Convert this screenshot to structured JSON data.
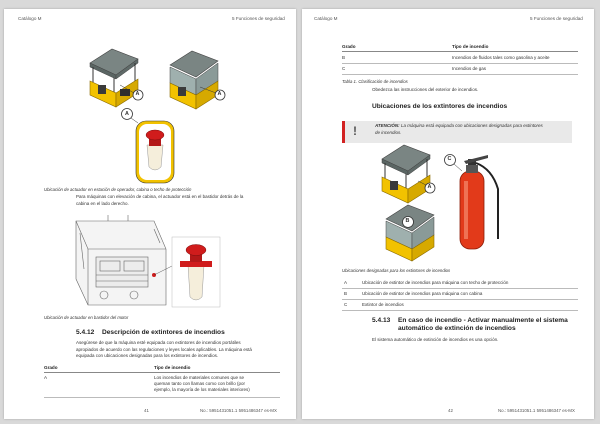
{
  "left_page": {
    "header_left": "Catálogo M",
    "header_right": "5 Funciones de seguridad",
    "callout_a1": "A",
    "callout_a2": "A",
    "caption_1": "Ubicación de actuador en estación de operador, cabina o techo de protección",
    "para_1": [
      "Para máquinas con elevación de cabina, el actuador está en el bastidor detrás de la",
      "cabina en el lado derecho."
    ],
    "caption_2": "Ubicación de actuador en bastidor del motor",
    "section_num": "5.4.12",
    "section_title": "Descripción de extintores de incendios",
    "para_2": [
      "Asegúrese de que la máquina esté equipada con extintores de incendios portátiles",
      "apropiados de acuerdo con las regulaciones y leyes locales aplicables. La máquina está",
      "equipada con ubicaciones designadas para los extintores de incendios."
    ],
    "table_head": [
      "Grado",
      "Tipo de incendio"
    ],
    "table_rows": [
      {
        "grade": "A",
        "type": [
          "Los incendios de materiales comunes que se",
          "queman tanto con llamas como con brillo (por",
          "ejemplo, la mayoría de los materiales interiores)"
        ]
      }
    ],
    "page_number": "41",
    "doc_number": "No.: 5951431051.1 5951486347 es-MX"
  },
  "right_page": {
    "header_left": "Catálogo M",
    "header_right": "5 Funciones de seguridad",
    "table_head": [
      "Grado",
      "Tipo de incendio"
    ],
    "table_rows": [
      {
        "grade": "B",
        "type": "Incendios de fluidos tales como gasolina y aceite"
      },
      {
        "grade": "C",
        "type": "Incendios de gas"
      }
    ],
    "table_caption": "Tabla 1. Clasificación de incendios",
    "note": "Obedezca las instrucciones del exterior de incendios.",
    "subheading": "Ubicaciones de los extintores de incendios",
    "warning_icon": "exclamation-icon",
    "warning_label": "ATENCIÓN:",
    "warning_text": [
      "La máquina está equipada con ubicaciones designadas para extintores",
      "de incendios."
    ],
    "callout_c": "C",
    "callout_a": "A",
    "callout_b": "B",
    "caption_3": "Ubicaciones designadas para los extintores de incendios",
    "loc_rows": [
      {
        "key": "A",
        "text": "Ubicación de extintor de incendios para máquina con techo de protección"
      },
      {
        "key": "B",
        "text": "Ubicación de extintor de incendios para máquina con cabina"
      },
      {
        "key": "C",
        "text": "Extintor de incendios"
      }
    ],
    "section_num": "5.4.13",
    "section_title": [
      "En caso de incendio - Activar manualmente el sistema",
      "automático de extinción de incendios"
    ],
    "para_3": "El sistema automático de extinción de incendios es una opción.",
    "page_number": "42",
    "doc_number": "No.: 5951431051.1 5951486347 es-MX"
  },
  "colors": {
    "accent_yellow": "#f2c200",
    "cab_gray": "#6f7a78",
    "button_red": "#d01c1c",
    "extinguisher_red": "#e23a1a"
  }
}
